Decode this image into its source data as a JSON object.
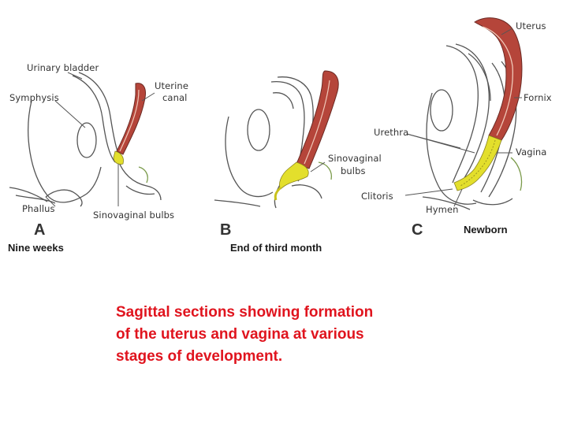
{
  "panels": [
    {
      "letter": "A",
      "stage": "Nine weeks",
      "labels": {
        "urinary_bladder": "Urinary bladder",
        "symphysis": "Symphysis",
        "uterine_canal_1": "Uterine",
        "uterine_canal_2": "canal",
        "phallus": "Phallus",
        "sinovaginal_bulbs": "Sinovaginal bulbs"
      }
    },
    {
      "letter": "B",
      "stage": "End of third month",
      "labels": {
        "sinovaginal_bulbs_1": "Sinovaginal",
        "sinovaginal_bulbs_2": "bulbs"
      }
    },
    {
      "letter": "C",
      "stage": "Newborn",
      "labels": {
        "uterus": "Uterus",
        "fornix": "Fornix",
        "urethra": "Urethra",
        "vagina": "Vagina",
        "clitoris": "Clitoris",
        "hymen": "Hymen"
      }
    }
  ],
  "caption": {
    "line1": "Sagittal sections showing formation",
    "line2": "of the uterus and vagina at various",
    "line3": "stages of development."
  },
  "colors": {
    "uterus_fill": "#b5453a",
    "bulb_fill": "#e3df2c",
    "outline": "#555555",
    "caption": "#e0141e"
  }
}
